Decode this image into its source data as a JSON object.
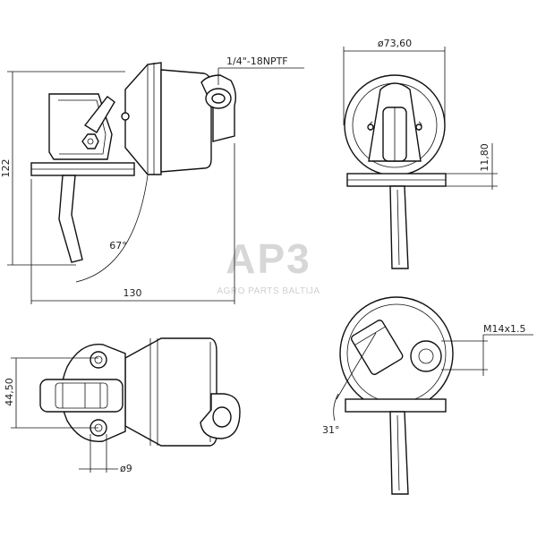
{
  "watermark": {
    "brand": "AP3",
    "tagline": "AGRO PARTS BALTIJA"
  },
  "dimensions": {
    "thread": "1/4\"-18NPTF",
    "height_122": "122",
    "width_130": "130",
    "angle_67": "67°",
    "diameter_7360": "ø73,60",
    "offset_1180": "11,80",
    "width_4450": "44,50",
    "bore_9": "ø9",
    "port_m14": "M14x1.5",
    "angle_31": "31°"
  }
}
